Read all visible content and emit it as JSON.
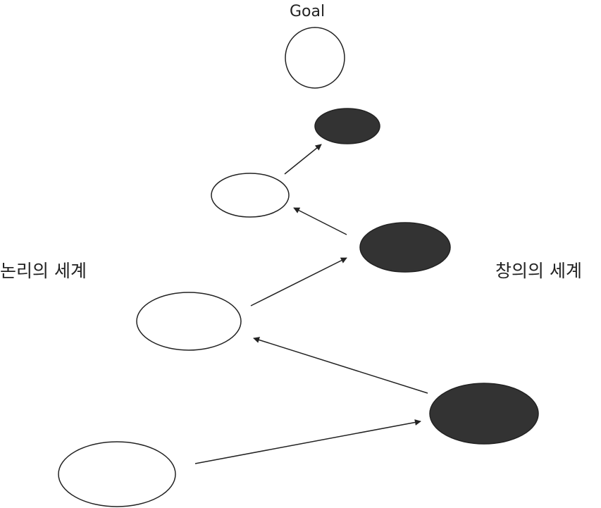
{
  "labels": {
    "goal": "Goal",
    "left_world": "논리의 세계",
    "right_world": "창의의 세계"
  },
  "colors": {
    "stroke": "#222222",
    "filled": "#333333",
    "open": "#ffffff"
  }
}
